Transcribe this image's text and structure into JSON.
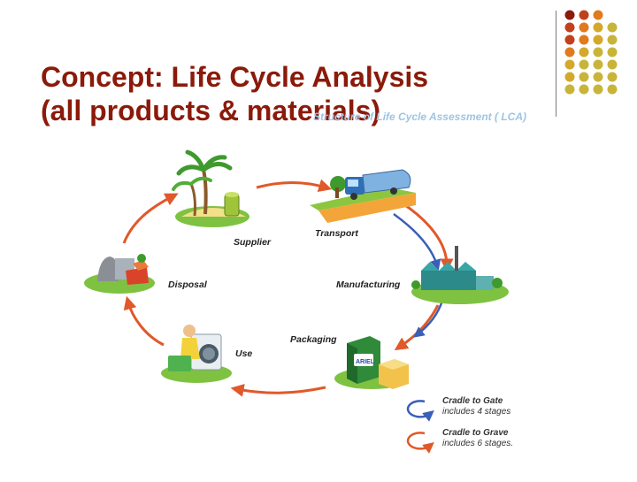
{
  "slide": {
    "title_line1": "Concept: Life Cycle Analysis",
    "title_line2": "(all products & materials)",
    "caption": "Structure of Life Cycle Assessment ( LCA)"
  },
  "stages": {
    "supplier": "Supplier",
    "transport": "Transport",
    "manufacturing": "Manufacturing",
    "packaging": "Packaging",
    "use": "Use",
    "disposal": "Disposal"
  },
  "product": {
    "brand": "ARIEL"
  },
  "legend": {
    "gate_title": "Cradle to Gate",
    "gate_desc": "includes 4 stages",
    "grave_title": "Cradle to Grave",
    "grave_desc": "includes 6 stages."
  },
  "colors": {
    "title": "#8b1a0a",
    "cradle_to_gate_arrow": "#3a5fb8",
    "cradle_to_grave_arrow": "#e0592a",
    "dot_palette": [
      "#8b1a0a",
      "#c0411b",
      "#e07a1f",
      "#d4a82a",
      "#c9b43a"
    ]
  }
}
